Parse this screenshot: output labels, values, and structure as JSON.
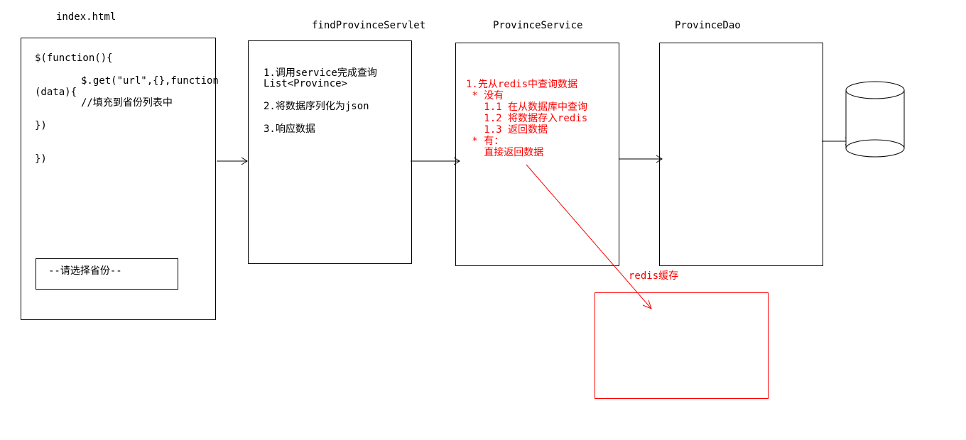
{
  "colors": {
    "line": "#000000",
    "accent": "#ff0000",
    "background": "#ffffff"
  },
  "index": {
    "title": "index.html",
    "code": [
      "$(function(){",
      "$.get(\"url\",{},function",
      "(data){",
      "//填充到省份列表中",
      "})",
      "})"
    ],
    "select_label": "--请选择省份--"
  },
  "servlet": {
    "title": "findProvinceServlet",
    "step1": "1.调用service完成查询",
    "step1_sub": "List<Province>",
    "step2": "2.将数据序列化为json",
    "step3": "3.响应数据"
  },
  "service": {
    "title": "ProvinceService",
    "lines": [
      "1.先从redis中查询数据",
      " * 没有",
      "   1.1 在从数据库中查询",
      "   1.2 将数据存入redis",
      "   1.3 返回数据",
      " * 有：",
      "   直接返回数据"
    ]
  },
  "dao": {
    "title": "ProvinceDao"
  },
  "db": {
    "label": "DB"
  },
  "redis": {
    "label": "redis缓存"
  }
}
